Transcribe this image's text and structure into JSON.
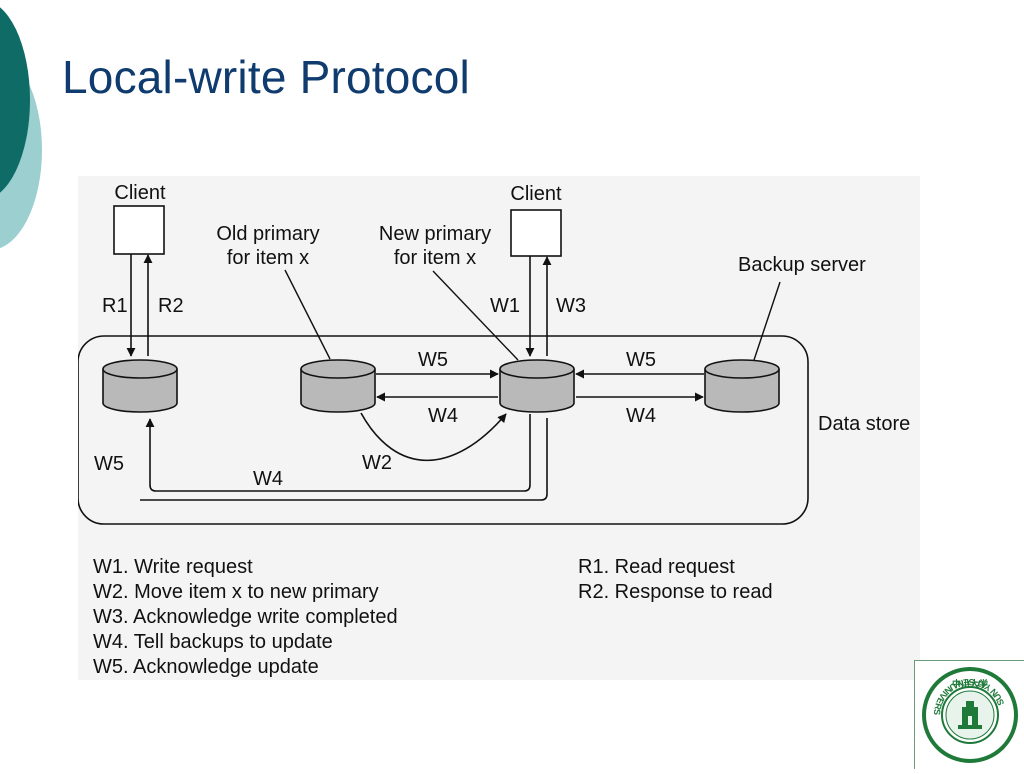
{
  "slide": {
    "title": "Local-write Protocol",
    "accent_dark": "#0e6b66",
    "accent_light": "#9ccfcf",
    "title_color": "#0f3b6e"
  },
  "diagram": {
    "labels": {
      "client_left": "Client",
      "client_right": "Client",
      "old_primary": [
        "Old primary",
        "for item x"
      ],
      "new_primary": [
        "New primary",
        "for item x"
      ],
      "backup_server": "Backup server",
      "data_store": "Data store"
    },
    "arrow_labels": {
      "r1": "R1",
      "r2": "R2",
      "w1": "W1",
      "w3": "W3",
      "w5_top_left": "W5",
      "w4_top_left": "W4",
      "w5_top_right": "W5",
      "w4_top_right": "W4",
      "w5_left": "W5",
      "w4_bottom": "W4",
      "w2": "W2"
    },
    "legend_left": [
      "W1. Write request",
      "W2. Move item x to new primary",
      "W3. Acknowledge write completed",
      "W4. Tell backups to update",
      "W5. Acknowledge update"
    ],
    "legend_right": [
      "R1. Read request",
      "R2. Response to read"
    ],
    "colors": {
      "disk_fill": "#b9b9b9",
      "stroke": "#111111",
      "background": "#f4f4f4"
    }
  },
  "logo": {
    "top_text": "中山大学",
    "ring_text": "SUN YAT-SEN UNIVERSITY",
    "color": "#1f7a3a"
  }
}
